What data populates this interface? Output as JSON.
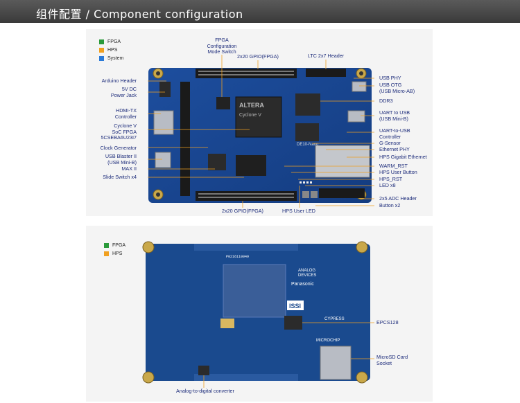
{
  "header": {
    "title": "组件配置 / Component configuration"
  },
  "colors": {
    "fpga": "#2a9a3a",
    "hps": "#f0a020",
    "system": "#2a7ad8",
    "label_text": "#1c2b7a"
  },
  "top_legend": [
    {
      "name": "FPGA",
      "color": "#2a9a3a"
    },
    {
      "name": "HPS",
      "color": "#f0a020"
    },
    {
      "name": "System",
      "color": "#2a7ad8"
    }
  ],
  "bottom_legend": [
    {
      "name": "FPGA",
      "color": "#2a9a3a"
    },
    {
      "name": "HPS",
      "color": "#f0a020"
    }
  ],
  "top_labels": {
    "fpga_config_switch": "FPGA\nConfiguration\nMode Switch",
    "gpio_top": "2x20 GPIO(FPGA)",
    "ltc_header": "LTC 2x7 Header",
    "arduino_header": "Arduino Header",
    "power_jack": "5V DC\nPower Jack",
    "hdmi_tx": "HDMI-TX\nController",
    "cyclone_v": "Cyclone V\nSoC FPGA\n5CSEBA6U23I7",
    "clock_gen": "Clock Generator",
    "usb_blaster": "USB Blaster II\n(USB Mini-B)",
    "max_ii": "MAX II",
    "slide_switch": "Slide Switch x4",
    "gpio_bottom": "2x20 GPIO(FPGA)",
    "hps_user_led": "HPS User LED",
    "usb_phy": "USB PHY",
    "usb_otg": "USB OTG\n(USB Micro-AB)",
    "ddr3": "DDR3",
    "uart_to_usb": "UART to USB\n(USB Mini-B)",
    "uart_controller": "UART-to-USB\nController",
    "g_sensor": "G-Sensor",
    "ethernet_phy": "Ethernet PHY",
    "hps_gigabit": "HPS Gigabit Ethernet",
    "warm_rst": "WARM_RST",
    "hps_user_button": "HPS User Button",
    "hps_rst": "HPS_RST",
    "led_x8": "LED x8",
    "adc_header": "2x5 ADC Header",
    "button_x2": "Button x2"
  },
  "board_markings": {
    "altera": "ALTERA",
    "cyclone": "Cyclone V",
    "de10": "DE10-Nano",
    "analog": "ANALOG\nDEVICES",
    "panasonic": "Panasonic",
    "issi": "ISSI",
    "cypress": "CYPRESS",
    "microchip": "MICROCHIP",
    "serial": "P0216110049"
  },
  "bottom_labels": {
    "epcs128": "EPCS128",
    "microsd": "MicroSD Card\nSocket",
    "adc": "Analog-to-digital converter"
  }
}
